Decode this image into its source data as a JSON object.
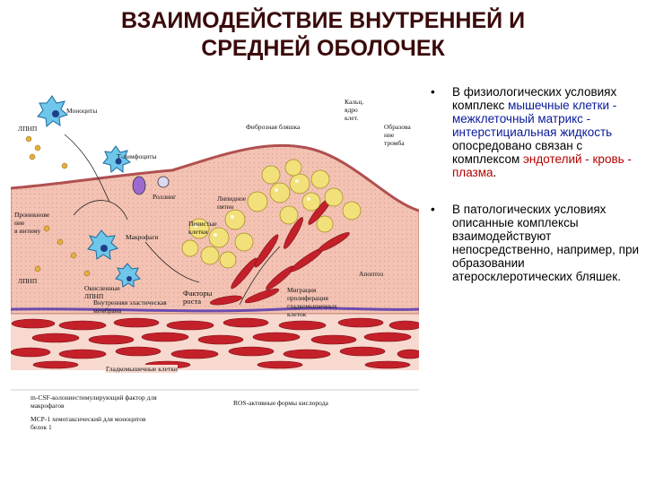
{
  "title": {
    "line1": "ВЗАИМОДЕЙСТВИЕ ВНУТРЕННЕЙ И",
    "line2": "СРЕДНЕЙ ОБОЛОЧЕК"
  },
  "diagram": {
    "labels": {
      "monocyte": "Моноциты",
      "ldl_top": "ЛПНП",
      "fibrous_cap": "Фиброзная бляшка",
      "necrotic_core": "Кальц.\nядро\nклет.",
      "formation": "Образова\nние\nтромба",
      "t_lymphocytes": "Т-лимфоциты",
      "penetration": "Проникнове\nние\nв интиму",
      "rolling": "Роллинг",
      "lipid_spot": "Липидное\nпятно",
      "foam_cells": "Пенистые\nклетки",
      "macrophage": "Макрофаги",
      "ldl_bottom": "ЛПНП",
      "oxidized_ldl": "Окисленные\nЛПНП",
      "growth_factors": "Факторы\nроста",
      "migration": "Миграция\nпролиферация\nгладкомышечных\nклеток",
      "apoptosis": "Апоптоз",
      "internal_elastic": "Внутренняя эластическая\nмембрана",
      "smooth_muscle": "Гладкомышечные клетки",
      "legend_mcsf": "m-CSF-колониестимулирующий фактор для\nмакрофагов",
      "legend_mcp": "МСР-1 хемотаксический для моноцитов\nбелок 1",
      "legend_ros": "ROS-активные формы кислорода"
    }
  },
  "bullets": [
    {
      "seg1": "В физиологических условиях комплекс ",
      "seg2": "мышечные клетки - межклеточный матрикс - интерстициальная жидкость",
      "seg3": " опосредовано связан с комплексом ",
      "seg4": "эндотелий - кровь - плазма",
      "seg5": "."
    },
    {
      "text": " В патологических условиях описанные комплексы взаимодействуют непосредственно, например, при образовании атеросклеротических бляшек."
    }
  ],
  "colors": {
    "title": "#3a0a0a",
    "blue_text": "#0a1a9a",
    "red_text": "#b30000",
    "media_red": "#c4202a",
    "foam_yellow": "#f2e07a",
    "intima_pink": "#f3c2b3"
  }
}
